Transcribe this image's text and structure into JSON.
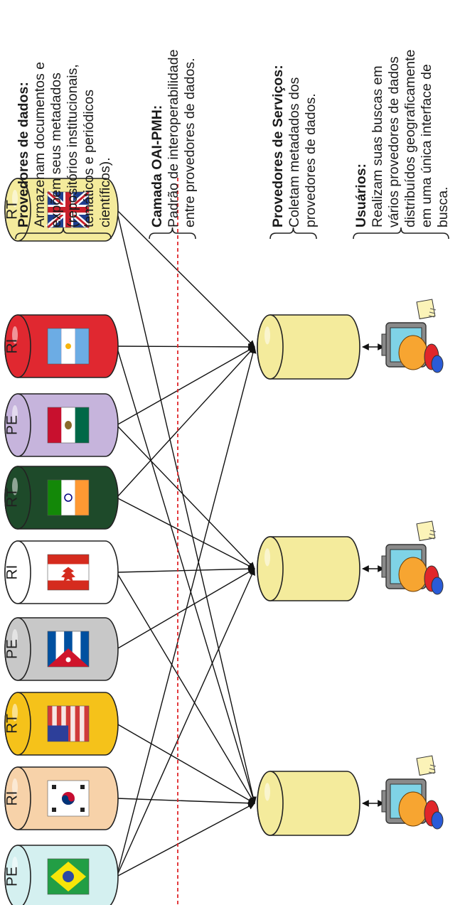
{
  "repositories": [
    {
      "type": "RT",
      "color": "#f4eb9c",
      "flag": "uk"
    },
    {
      "type": "RI",
      "color": "#e02830",
      "flag": "argentina"
    },
    {
      "type": "PE",
      "color": "#c6b4dc",
      "flag": "mexico"
    },
    {
      "type": "RT",
      "color": "#1e4a2a",
      "flag": "india"
    },
    {
      "type": "RI",
      "color": "#ffffff",
      "flag": "canada"
    },
    {
      "type": "PE",
      "color": "#c8c8c8",
      "flag": "cuba"
    },
    {
      "type": "RT",
      "color": "#f5c21a",
      "flag": "usa"
    },
    {
      "type": "RI",
      "color": "#f7d2a9",
      "flag": "south-korea"
    },
    {
      "type": "PE",
      "color": "#d4f0f0",
      "flag": "brazil"
    }
  ],
  "service_providers": [
    {
      "id": "sp1",
      "color": "#f4eb9c"
    },
    {
      "id": "sp2",
      "color": "#f4eb9c"
    },
    {
      "id": "sp3",
      "color": "#f4eb9c"
    }
  ],
  "users": [
    {
      "id": "u1"
    },
    {
      "id": "u2"
    },
    {
      "id": "u3"
    }
  ],
  "connections": [
    [
      0,
      0
    ],
    [
      0,
      2
    ],
    [
      1,
      0
    ],
    [
      1,
      2
    ],
    [
      2,
      0
    ],
    [
      2,
      1
    ],
    [
      3,
      0
    ],
    [
      3,
      1
    ],
    [
      4,
      1
    ],
    [
      4,
      2
    ],
    [
      5,
      1
    ],
    [
      6,
      2
    ],
    [
      7,
      2
    ],
    [
      8,
      0
    ],
    [
      8,
      1
    ],
    [
      8,
      2
    ]
  ],
  "oai_line_color": "#e0262a",
  "descriptions": [
    {
      "heading": "Provedores de dados:",
      "lines": [
        "Armazenam documentos e",
        "expõem seus metadados",
        "(repositórios institucionais,",
        "temáticos e periódicos",
        "científicos)."
      ]
    },
    {
      "heading": "Camada OAI-PMH:",
      "lines": [
        "Padrão de interoperabilidade",
        "entre provedores de dados."
      ]
    },
    {
      "heading": "Provedores de Serviços:",
      "lines": [
        "Coletam metadados dos",
        "provedores de dados."
      ]
    },
    {
      "heading": "Usuários:",
      "lines": [
        "Realizam suas buscas em",
        "vários provedores de dados",
        "distribuídos geograficamente",
        "em uma única interface de",
        "busca."
      ]
    }
  ]
}
